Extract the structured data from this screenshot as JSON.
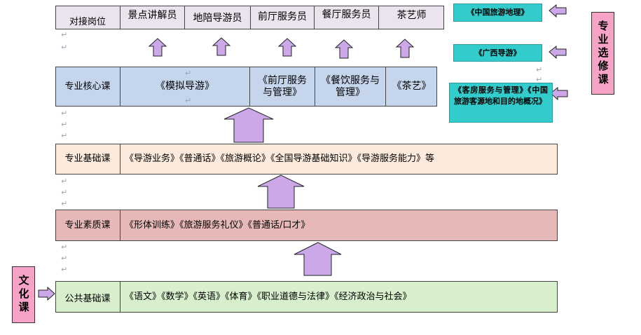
{
  "positions": {
    "label": "对接岗位",
    "items": [
      "景点讲解员",
      "地陪导游员",
      "前厅服务员",
      "餐厅服务员",
      "茶艺师"
    ]
  },
  "core": {
    "label": "专业核心课",
    "items": [
      "《模拟导游》",
      "《前厅服务与管理》",
      "《餐饮服务与管理》",
      "《茶艺》"
    ]
  },
  "foundation": {
    "label": "专业基础课",
    "content": "《导游业务》《普通话》《旅游概论》《全国导游基础知识》《导游服务能力》等"
  },
  "quality": {
    "label": "专业素质课",
    "content": "《形体训练》《旅游服务礼仪》《普通话/口才》"
  },
  "public": {
    "label": "公共基础课",
    "content": "《语文》《数学》《英语》《体育》《职业道德与法律》《经济政治与社会》"
  },
  "electives": {
    "items": [
      "《中国旅游地理》",
      "《广西导游》",
      "《客房服务与管理》《中国旅游客源地和目的地概况》"
    ]
  },
  "side_labels": {
    "elective": "专业选修课",
    "culture": "文化课"
  },
  "paragraph_mark": "↵",
  "colors": {
    "positions": "#ebe4ee",
    "core": "#c5d5ec",
    "foundation": "#fcebdc",
    "quality": "#e6b9b8",
    "public": "#d7efcc",
    "teal": "#33cccc",
    "pink": "#f7a3c8",
    "arrow": "#cca8e8"
  }
}
